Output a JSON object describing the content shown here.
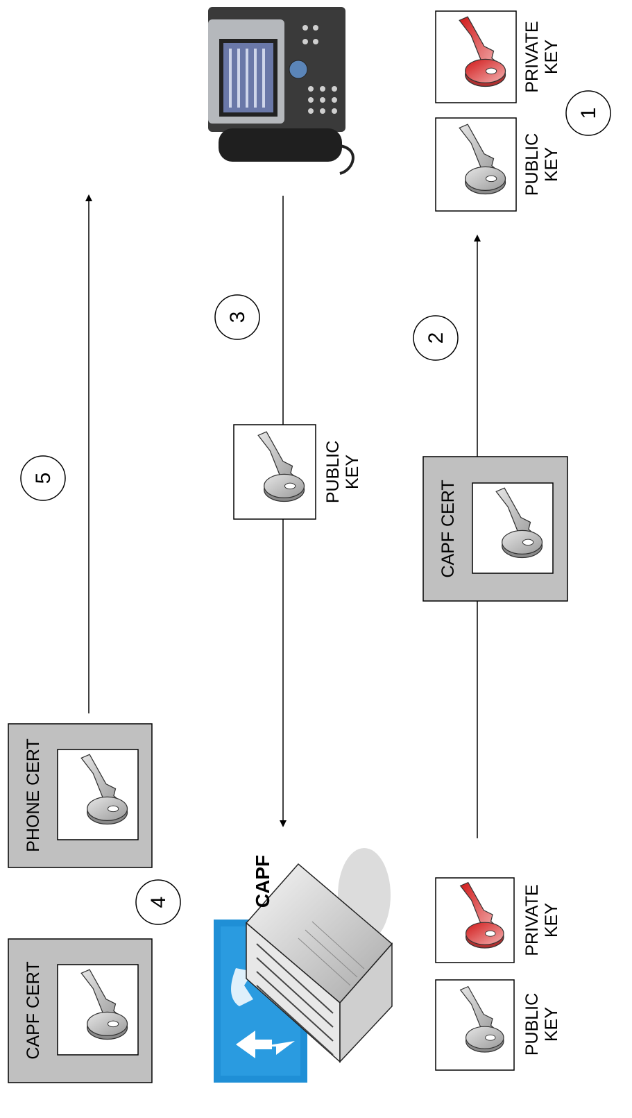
{
  "labels": {
    "capf": "CAPF",
    "public": "PUBLIC",
    "private": "PRIVATE",
    "key": "KEY",
    "capf_cert": "CAPF CERT",
    "phone_cert": "PHONE CERT"
  },
  "steps": [
    "1",
    "2",
    "3",
    "4",
    "5"
  ],
  "colors": {
    "gray_key": "#c0c0c0",
    "red_key": "#e0454a",
    "cert_panel": "#c0c0c0",
    "server_blue": "#1f8fd6"
  }
}
